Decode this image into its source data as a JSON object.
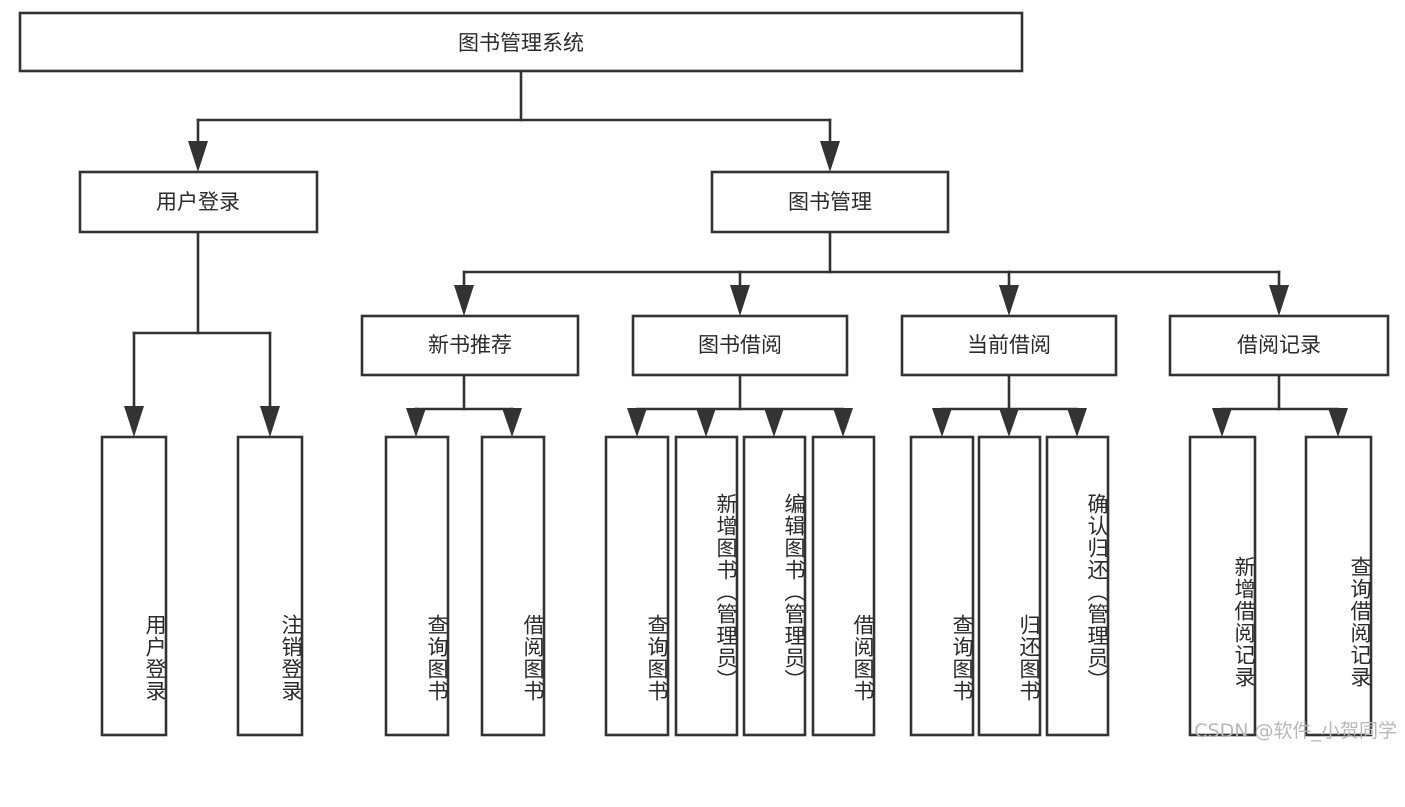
{
  "diagram": {
    "type": "tree",
    "title": "图书管理系统",
    "root": {
      "id": "root",
      "label": "图书管理系统"
    },
    "level2": [
      {
        "id": "user-login",
        "label": "用户登录"
      },
      {
        "id": "book-manage",
        "label": "图书管理"
      }
    ],
    "level3": [
      {
        "id": "new-book-rec",
        "label": "新书推荐",
        "parent": "book-manage"
      },
      {
        "id": "book-borrow",
        "label": "图书借阅",
        "parent": "book-manage"
      },
      {
        "id": "current-borrow",
        "label": "当前借阅",
        "parent": "book-manage"
      },
      {
        "id": "borrow-record",
        "label": "借阅记录",
        "parent": "book-manage"
      }
    ],
    "leaves": [
      {
        "id": "leaf-user-login",
        "label": "用户登录",
        "parent": "user-login"
      },
      {
        "id": "leaf-user-logout",
        "label": "注销登录",
        "parent": "user-login"
      },
      {
        "id": "leaf-query-book-1",
        "label": "查询图书",
        "parent": "new-book-rec"
      },
      {
        "id": "leaf-borrow-book-1",
        "label": "借阅图书",
        "parent": "new-book-rec"
      },
      {
        "id": "leaf-query-book-2",
        "label": "查询图书",
        "parent": "book-borrow"
      },
      {
        "id": "leaf-add-book",
        "label": "新增图书（管理员）",
        "parent": "book-borrow"
      },
      {
        "id": "leaf-edit-book",
        "label": "编辑图书（管理员）",
        "parent": "book-borrow"
      },
      {
        "id": "leaf-borrow-book-2",
        "label": "借阅图书",
        "parent": "book-borrow"
      },
      {
        "id": "leaf-query-book-3",
        "label": "查询图书",
        "parent": "current-borrow"
      },
      {
        "id": "leaf-return-book",
        "label": "归还图书",
        "parent": "current-borrow"
      },
      {
        "id": "leaf-confirm-return",
        "label": "确认归还（管理员）",
        "parent": "current-borrow"
      },
      {
        "id": "leaf-add-record",
        "label": "新增借阅记录",
        "parent": "borrow-record"
      },
      {
        "id": "leaf-query-record",
        "label": "查询借阅记录",
        "parent": "borrow-record"
      }
    ],
    "colors": {
      "stroke": "#333333",
      "fill": "#ffffff",
      "text": "#2b2b2b",
      "watermark": "#b8b8b8"
    }
  },
  "watermark": {
    "text": "CSDN @软件_小贺同学"
  }
}
